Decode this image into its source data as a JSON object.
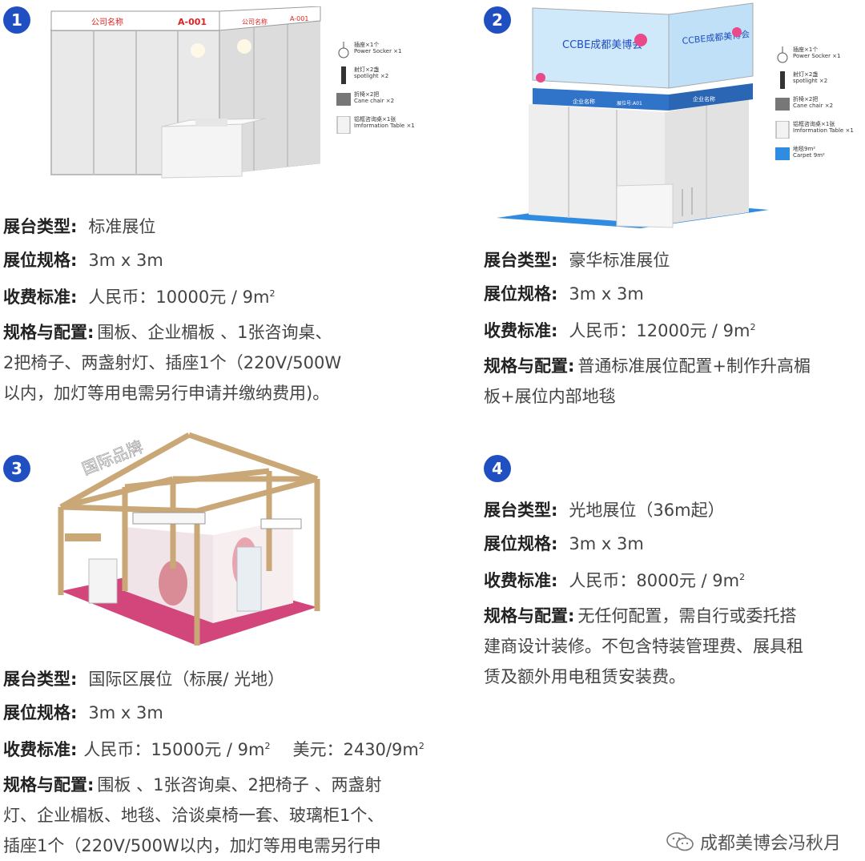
{
  "colors": {
    "accent": "#1f4fc1",
    "carpet": "#2f8ce0"
  },
  "labels": {
    "type": "展台类型:",
    "size": "展位规格:",
    "fee": "收费标准:",
    "config": "规格与配置:"
  },
  "booths": [
    {
      "num": "1",
      "type": "标准展位",
      "size": "3m x 3m",
      "fee": "人民币：10000元 / 9m",
      "config_lines": [
        "围板、企业楣板 、1张咨询桌、",
        "2把椅子、两盏射灯、插座1个（220V/500W",
        "以内，加灯等用电需另行申请并缴纳费用)。"
      ],
      "fascia": [
        "公司名称",
        "A-001",
        "公司名称",
        "A-001"
      ]
    },
    {
      "num": "2",
      "type": "豪华标准展位",
      "size": "3m x 3m",
      "fee": "人民币：12000元 / 9m",
      "config_lines": [
        "普通标准展位配置+制作升高楣",
        "板+展位内部地毯"
      ],
      "banner": "CCBE成都美博会",
      "fascia": [
        "企业名称",
        "展位号:A01",
        "企业名称"
      ]
    },
    {
      "num": "3",
      "type": "国际区展位（标展/ 光地）",
      "size": "3m x 3m",
      "fee": "人民币：15000元 / 9m",
      "fee_usd": "美元：2430/9m",
      "config_lines": [
        "围板 、1张咨询桌、2把椅子 、两盏射",
        "灯、企业楣板、地毯、洽谈桌椅一套、玻璃柜1个、",
        "插座1个（220V/500W以内，加灯等用电需另行申"
      ],
      "sign": "国际品牌"
    },
    {
      "num": "4",
      "type": "光地展位（36m起）",
      "size": "3m x 3m",
      "fee": "人民币：8000元 / 9m",
      "config_lines": [
        "无任何配置，需自行或委托搭",
        "建商设计装修。不包含特装管理费、展具租",
        "赁及额外用电租赁安装费。"
      ]
    }
  ],
  "sup": "2",
  "legend1": [
    {
      "cn": "插座×1个",
      "en": "Power Socker ×1"
    },
    {
      "cn": "射灯×2盏",
      "en": "spotlight ×2"
    },
    {
      "cn": "折椅×2把",
      "en": "Cane chair ×2"
    },
    {
      "cn": "铝框咨询桌×1张",
      "en": "Imformation Table ×1"
    }
  ],
  "legend2": [
    {
      "cn": "插座×1个",
      "en": "Power Socker ×1"
    },
    {
      "cn": "射灯×2盏",
      "en": "spotlight ×2"
    },
    {
      "cn": "折椅×2把",
      "en": "Cane chair ×2"
    },
    {
      "cn": "铝框咨询桌×1张",
      "en": "Imformation Table ×1"
    },
    {
      "cn": "地毯9m²",
      "en": "Carpet 9m²"
    }
  ],
  "watermark": "成都美博会冯秋月"
}
